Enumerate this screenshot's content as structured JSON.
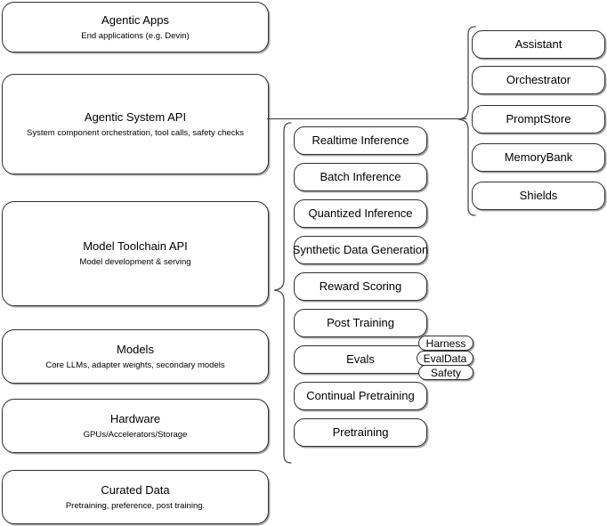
{
  "diagram": {
    "title": "AI Stack Architecture Diagram",
    "background_color": "#ffffff",
    "border_color": "#2f2f2f",
    "text_color": "#000000"
  },
  "stack_layers": [
    {
      "id": "agentic-apps",
      "title": "Agentic Apps",
      "subtitle": "End applications (e.g. Devin)"
    },
    {
      "id": "agentic-system-api",
      "title": "Agentic System API",
      "subtitle": "System component orchestration, tool calls, safety checks"
    },
    {
      "id": "model-toolchain-api",
      "title": "Model Toolchain API",
      "subtitle": "Model development & serving"
    },
    {
      "id": "models",
      "title": "Models",
      "subtitle": "Core LLMs, adapter weights, secondary models"
    },
    {
      "id": "hardware",
      "title": "Hardware",
      "subtitle": "GPUs/Accelerators/Storage"
    },
    {
      "id": "curated-data",
      "title": "Curated Data",
      "subtitle": "Pretraining, preference, post training."
    }
  ],
  "toolchain_components": [
    {
      "id": "realtime-inference",
      "label": "Realtime Inference"
    },
    {
      "id": "batch-inference",
      "label": "Batch Inference"
    },
    {
      "id": "quantized-inference",
      "label": "Quantized Inference"
    },
    {
      "id": "synthetic-data-generation",
      "label": "Synthetic Data Generation"
    },
    {
      "id": "reward-scoring",
      "label": "Reward Scoring"
    },
    {
      "id": "post-training",
      "label": "Post Training"
    },
    {
      "id": "evals",
      "label": "Evals"
    },
    {
      "id": "continual-pretraining",
      "label": "Continual Pretraining"
    },
    {
      "id": "pretraining",
      "label": "Pretraining"
    }
  ],
  "evals_badges": [
    {
      "id": "harness",
      "label": "Harness"
    },
    {
      "id": "evaldata",
      "label": "EvalData"
    },
    {
      "id": "safety",
      "label": "Safety"
    }
  ],
  "agentic_components": [
    {
      "id": "assistant",
      "label": "Assistant"
    },
    {
      "id": "orchestrator",
      "label": "Orchestrator"
    },
    {
      "id": "promptstore",
      "label": "PromptStore"
    },
    {
      "id": "memorybank",
      "label": "MemoryBank"
    },
    {
      "id": "shields",
      "label": "Shields"
    }
  ]
}
